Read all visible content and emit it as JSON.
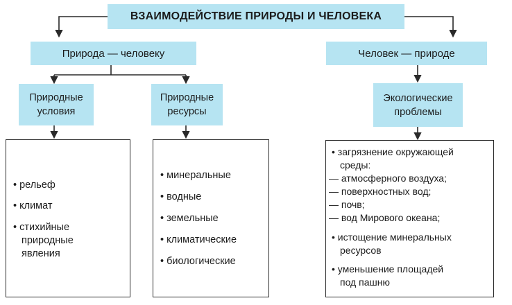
{
  "title": "ВЗАИМОДЕЙСТВИЕ ПРИРОДЫ И ЧЕЛОВЕКА",
  "left_branch": {
    "label": "Природа — человеку",
    "conditions": {
      "label": [
        "Природные",
        "условия"
      ],
      "items": [
        "рельеф",
        "климат",
        "стихийные",
        "природные",
        "явления"
      ]
    },
    "resources": {
      "label": [
        "Природные",
        "ресурсы"
      ],
      "items": [
        "минеральные",
        "водные",
        "земельные",
        "климатические",
        "биологические"
      ]
    }
  },
  "right_branch": {
    "label": "Человек — природе",
    "problems": {
      "label": [
        "Экологические",
        "проблемы"
      ],
      "items": [
        "загрязнение окружающей",
        "среды:",
        "— атмосферного воздуха;",
        "— поверхностных вод;",
        "— почв;",
        "— вод Мирового океана;",
        "истощение минеральных",
        "ресурсов",
        "уменьшение площадей",
        "под пашню"
      ]
    }
  },
  "colors": {
    "box_fill": "#b6e4f2",
    "line": "#2a2a2a",
    "text": "#1c1c1c"
  }
}
